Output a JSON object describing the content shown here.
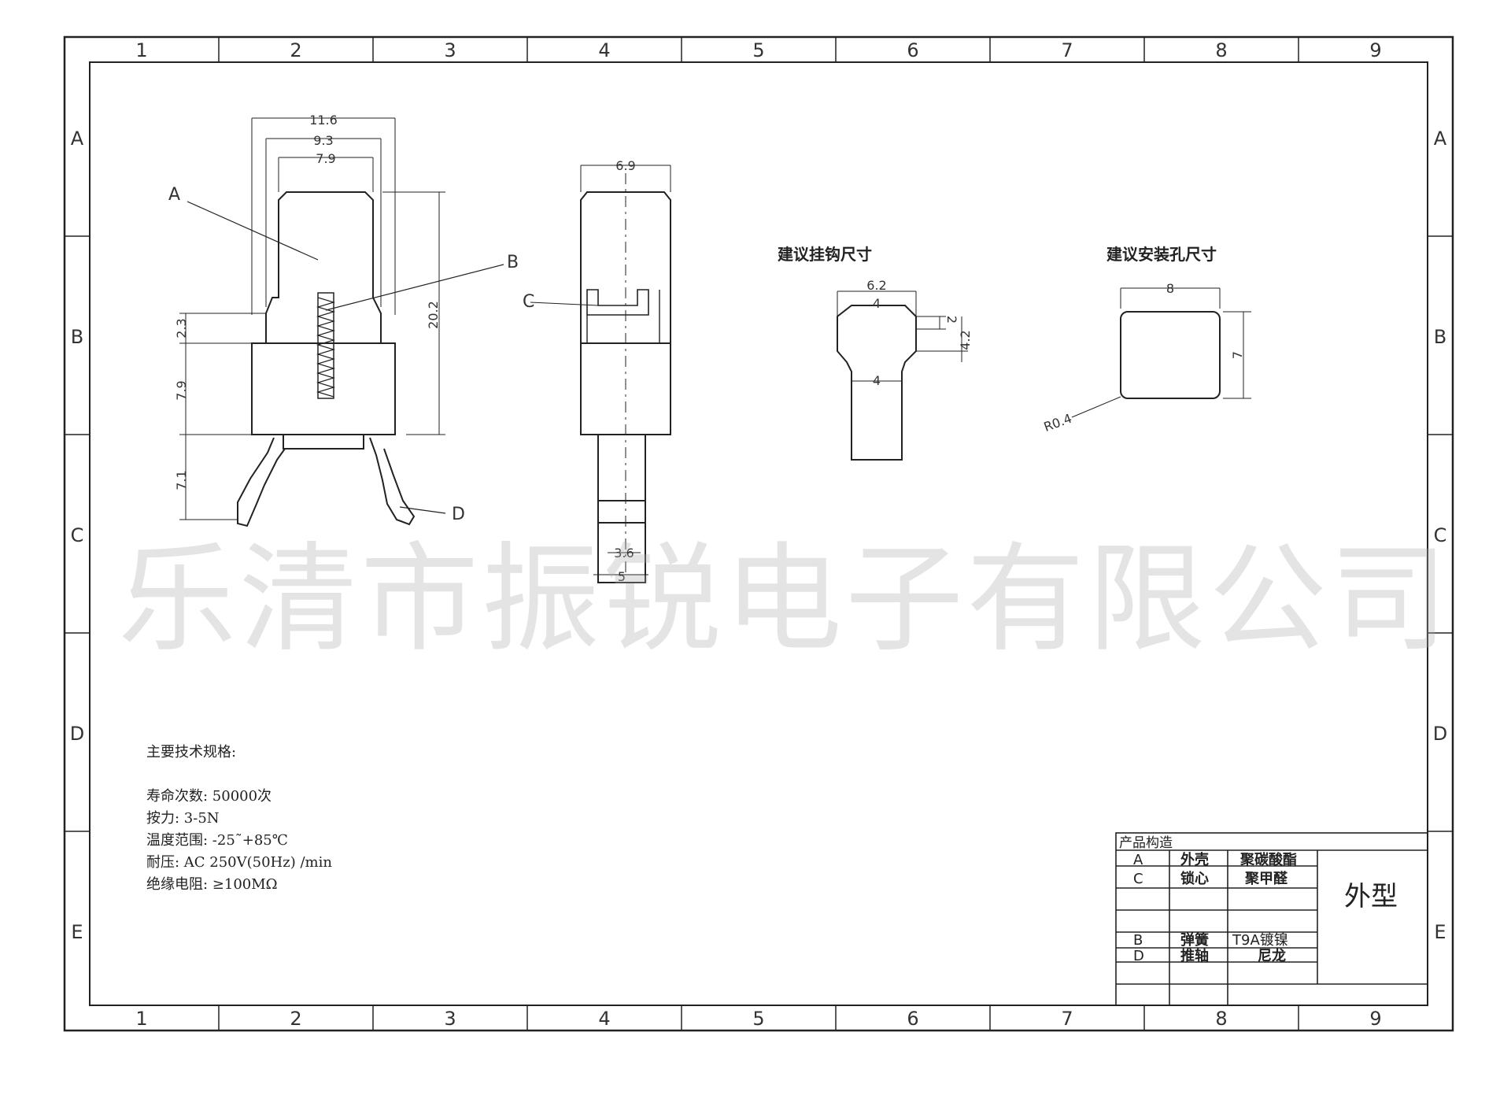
{
  "frame": {
    "columns": [
      "1",
      "2",
      "3",
      "4",
      "5",
      "6",
      "7",
      "8",
      "9"
    ],
    "rows": [
      "A",
      "B",
      "C",
      "D",
      "E"
    ]
  },
  "front_view": {
    "dim_width_outer": "11.6",
    "dim_width_mid": "9.3",
    "dim_width_inner": "7.9",
    "dim_height_total": "20.2",
    "dim_step": "2.3",
    "dim_body": "7.9",
    "dim_legs": "7.1",
    "label_a": "A",
    "label_b": "B",
    "label_d": "D"
  },
  "side_view": {
    "dim_width": "6.9",
    "dim_pin_inner": "3.6",
    "dim_pin_outer": "5",
    "label_c": "C"
  },
  "hook_view": {
    "title": "建议挂钩尺寸",
    "dim_top_outer": "6.2",
    "dim_top_inner": "4",
    "dim_right_small": "2",
    "dim_right_large": "4.2",
    "dim_neck": "4"
  },
  "hole_view": {
    "title": "建议安装孔尺寸",
    "dim_width": "8",
    "dim_height": "7",
    "dim_radius": "R0.4"
  },
  "specs": {
    "heading": "主要技术规格:",
    "lines": [
      "寿命次数: 50000次",
      "按力: 3-5N",
      "温度范围: -25˜+85℃",
      "耐压: AC 250V(50Hz) /min",
      "绝缘电阻: ≥100MΩ"
    ]
  },
  "title_block": {
    "header": "产品构造",
    "rows": [
      {
        "code": "A",
        "part": "外壳",
        "material": "聚碳酸酯"
      },
      {
        "code": "C",
        "part": "锁心",
        "material": "聚甲醛"
      },
      {
        "code": "B",
        "part": "弹簧",
        "material": "T9A镀镍"
      },
      {
        "code": "D",
        "part": "推轴",
        "material": "尼龙"
      }
    ],
    "drawing_name": "外型"
  },
  "watermark": "乐清市振锐电子有限公司"
}
